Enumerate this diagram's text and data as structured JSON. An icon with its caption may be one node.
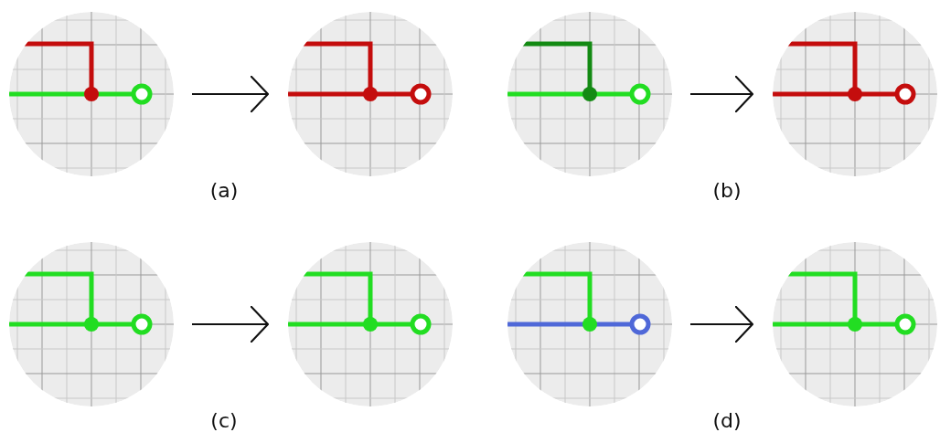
{
  "diagram": {
    "nodes": [
      {
        "text": [],
        "shape": "picture"
      },
      {
        "text": [],
        "shape": "picture"
      },
      {
        "text": [],
        "shape": "picture"
      },
      {
        "text": [],
        "shape": "picture"
      },
      {
        "text": [],
        "shape": "picture"
      },
      {
        "text": [],
        "shape": "picture"
      },
      {
        "text": [],
        "shape": "picture"
      },
      {
        "text": [],
        "shape": "picture"
      }
    ],
    "edges": [
      {
        "from": 0,
        "to": 1,
        "arrow": "to"
      },
      {
        "from": 2,
        "to": 3,
        "arrow": "to"
      },
      {
        "from": 4,
        "to": 5,
        "arrow": "to"
      },
      {
        "from": 6,
        "to": 7,
        "arrow": "to"
      }
    ],
    "labels": [
      "(a)",
      "(b)",
      "(c)",
      "(d)"
    ]
  }
}
